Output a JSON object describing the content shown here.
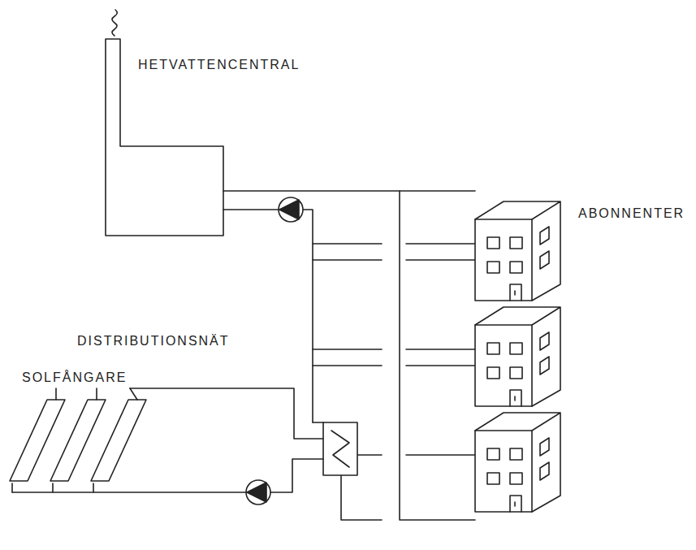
{
  "diagram": {
    "labels": [
      "HETVATTENCENTRAL",
      "ABONNENTER",
      "DISTRIBUTIONSNÄT",
      "SOLFÅNGARE"
    ]
  }
}
